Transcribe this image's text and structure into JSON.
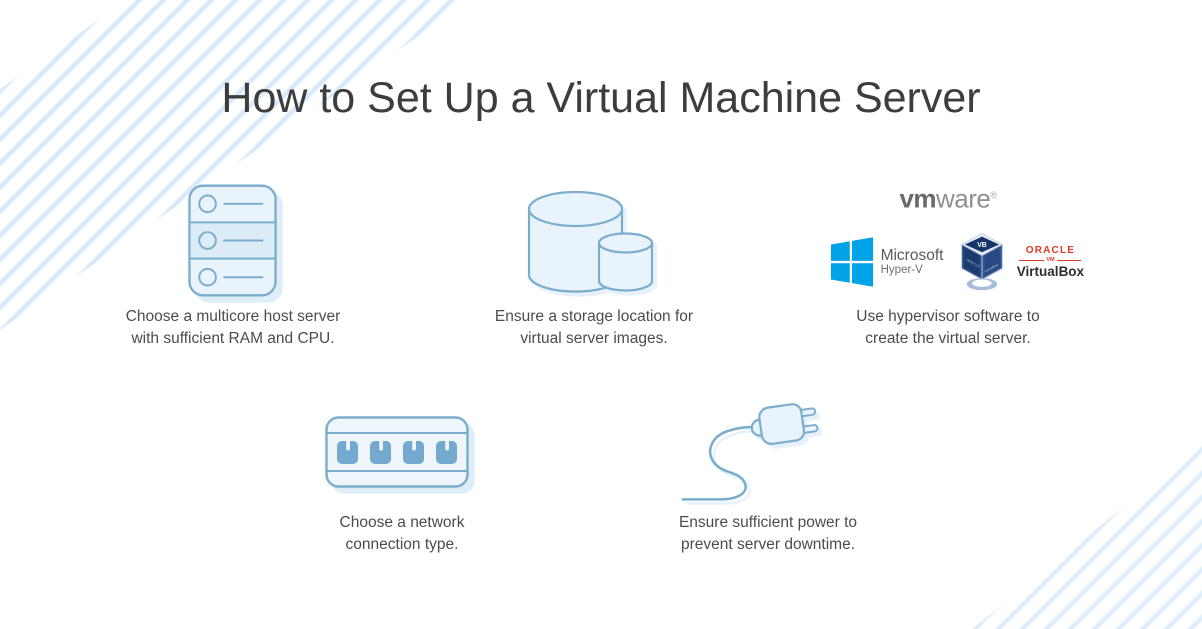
{
  "title": "How to Set Up a Virtual Machine Server",
  "steps": [
    {
      "line1": "Choose a multicore host server",
      "line2": "with sufficient RAM and CPU."
    },
    {
      "line1": "Ensure a storage location for",
      "line2": "virtual server images."
    },
    {
      "line1": "Use hypervisor software to",
      "line2": "create the virtual server."
    },
    {
      "line1": "Choose a network",
      "line2": "connection type."
    },
    {
      "line1": "Ensure sufficient power to",
      "line2": "prevent server downtime."
    }
  ],
  "logos": {
    "vmware_bold": "vm",
    "vmware_rest": "ware",
    "vmware_reg": "®",
    "microsoft_name": "Microsoft",
    "microsoft_product": "Hyper-V",
    "oracle_company": "ORACLE",
    "oracle_vm": "VM",
    "oracle_product": "VirtualBox",
    "cube_monogram": "VB",
    "cube_face_left": "ORACLE",
    "cube_face_right": "VirtualBox"
  },
  "colors": {
    "icon_stroke": "#7badcd",
    "icon_fill": "#e9f3fb",
    "icon_fill_dark": "#dcecf7",
    "icon_shadow": "#ddeef9",
    "port_fill": "#74a9cf",
    "microsoft_blue": "#00a3e8",
    "oracle_red": "#e23a28",
    "virtualbox_navy": "#16356b",
    "title_text": "#3d3d3d",
    "caption_text": "#4c4c4c",
    "stripe_blue": "#cfe3f5"
  }
}
